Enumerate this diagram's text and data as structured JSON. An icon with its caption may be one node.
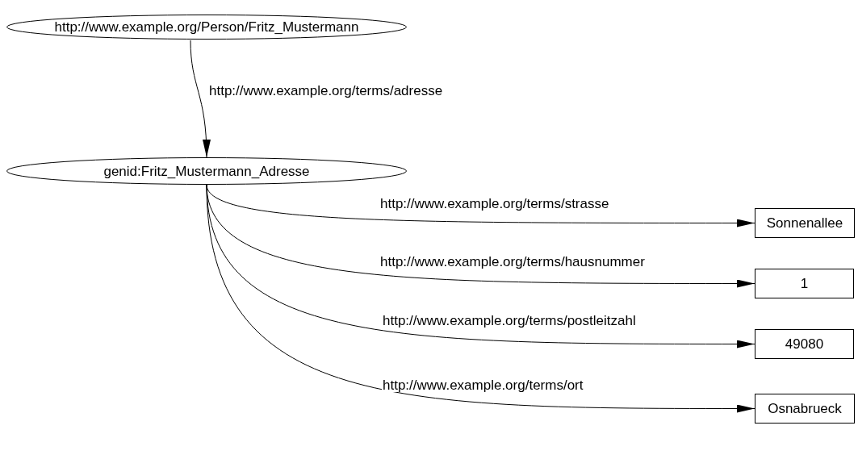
{
  "diagram": {
    "nodes": [
      {
        "text": [
          "http://www.example.org/Person/Fritz_Mustermann"
        ]
      },
      {
        "text": [
          "genid:Fritz_Mustermann_Adresse"
        ]
      },
      {
        "text": [
          "Sonnenallee"
        ]
      },
      {
        "text": [
          "1"
        ]
      },
      {
        "text": [
          "49080"
        ]
      },
      {
        "text": [
          "Osnabrueck"
        ]
      }
    ],
    "edges": [
      {
        "from": 0,
        "to": 1,
        "arrow": "to",
        "label": "http://www.example.org/terms/adresse"
      },
      {
        "from": 1,
        "to": 2,
        "arrow": "to",
        "label": "http://www.example.org/terms/strasse"
      },
      {
        "from": 1,
        "to": 3,
        "arrow": "to",
        "label": "http://www.example.org/terms/hausnummer"
      },
      {
        "from": 1,
        "to": 4,
        "arrow": "to",
        "label": "http://www.example.org/terms/postleitzahl"
      },
      {
        "from": 1,
        "to": 5,
        "arrow": "to",
        "label": "http://www.example.org/terms/ort"
      }
    ]
  }
}
